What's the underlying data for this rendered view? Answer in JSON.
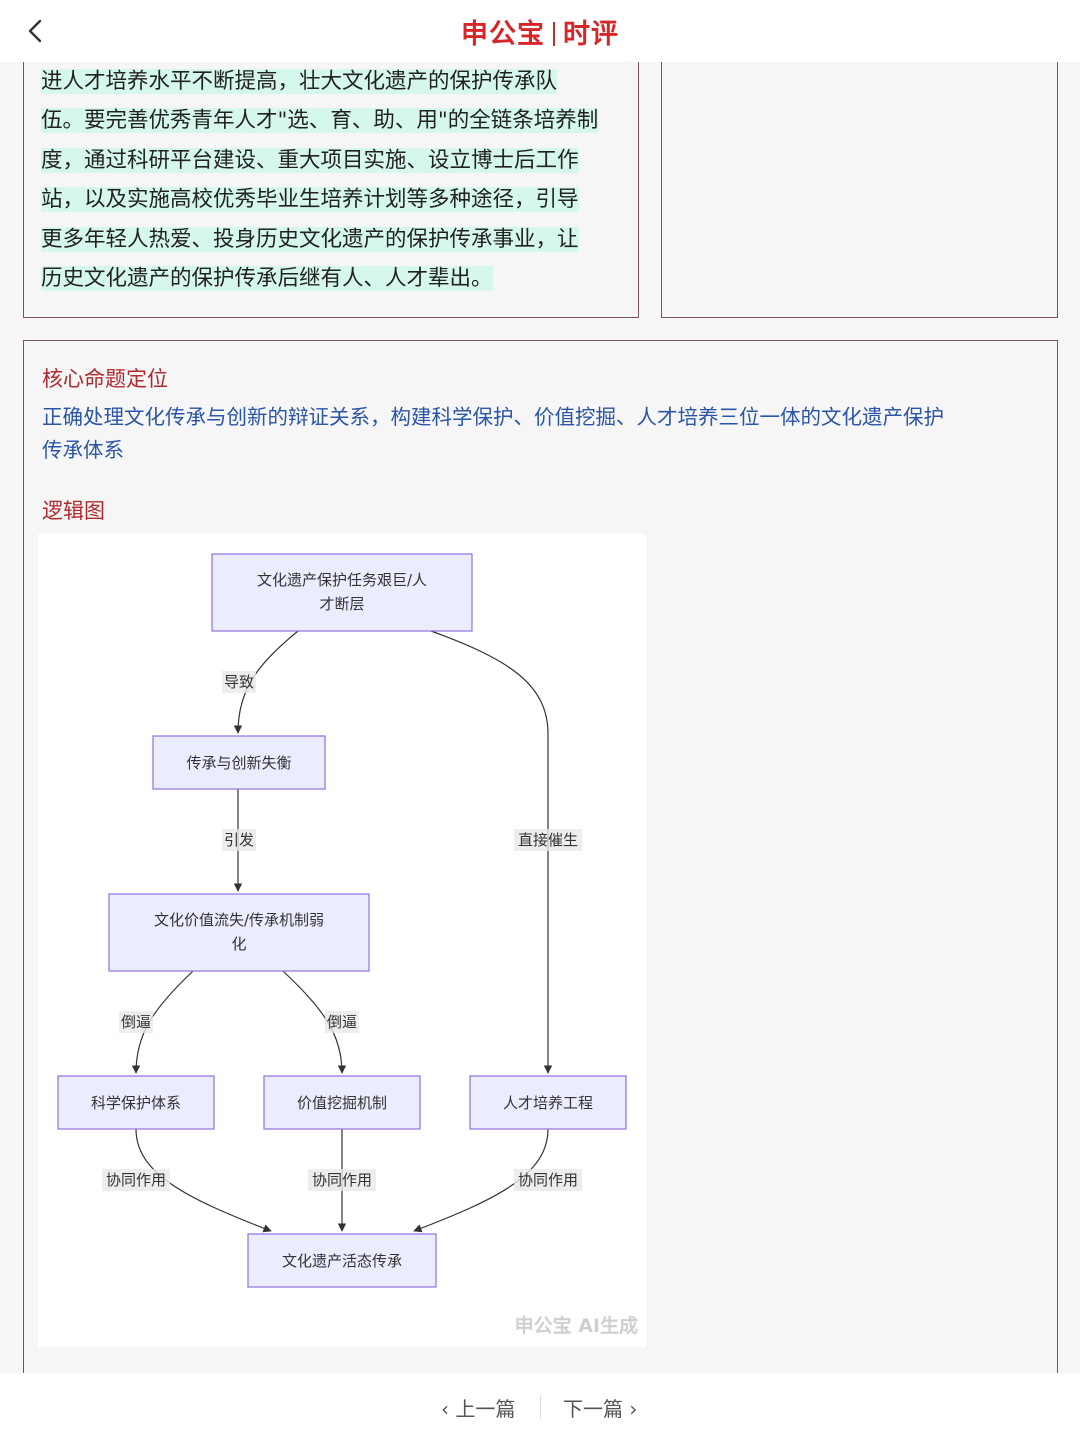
{
  "header": {
    "logo_brand": "申公宝",
    "logo_section": "时评",
    "back_icon": "chevron-left-icon"
  },
  "left_card": {
    "lines": [
      "进人才培养水平不断提高，壮大文化遗产的保护传承队",
      "伍。要完善优秀青年人才\"选、育、助、用\"的全链条培养制",
      "度，通过科研平台建设、重大项目实施、设立博士后工作",
      "站，以及实施高校优秀毕业生培养计划等多种途径，引导",
      "更多年轻人热爱、投身历史文化遗产的保护传承事业，让",
      "历史文化遗产的保护传承后继有人、人才辈出。"
    ],
    "highlight_color": "#d6f7ec"
  },
  "main_card": {
    "core_heading": "核心命题定位",
    "core_text_line1": "正确处理文化传承与创新的辩证关系，构建科学保护、价值挖掘、人才培养三位一体的文化遗产保护",
    "core_text_line2": "传承体系",
    "logic_heading": "逻辑图",
    "heading_color": "#b3292e",
    "core_text_color": "#2a55a8"
  },
  "diagram": {
    "nodes": {
      "n1_line1": "文化遗产保护任务艰巨/人",
      "n1_line2": "才断层",
      "n2": "传承与创新失衡",
      "n3_line1": "文化价值流失/传承机制弱",
      "n3_line2": "化",
      "n4": "科学保护体系",
      "n5": "价值挖掘机制",
      "n6": "人才培养工程",
      "n7": "文化遗产活态传承"
    },
    "edges": {
      "e1": "导致",
      "e2": "直接催生",
      "e3": "引发",
      "e4": "倒逼",
      "e5": "倒逼",
      "e6": "协同作用",
      "e7": "协同作用",
      "e8": "协同作用"
    },
    "watermark": "申公宝 AI生成",
    "node_fill": "#ECECFF",
    "node_stroke": "#9370DB"
  },
  "footer": {
    "prev_label": "‹ 上一篇",
    "next_label": "下一篇 ›"
  }
}
